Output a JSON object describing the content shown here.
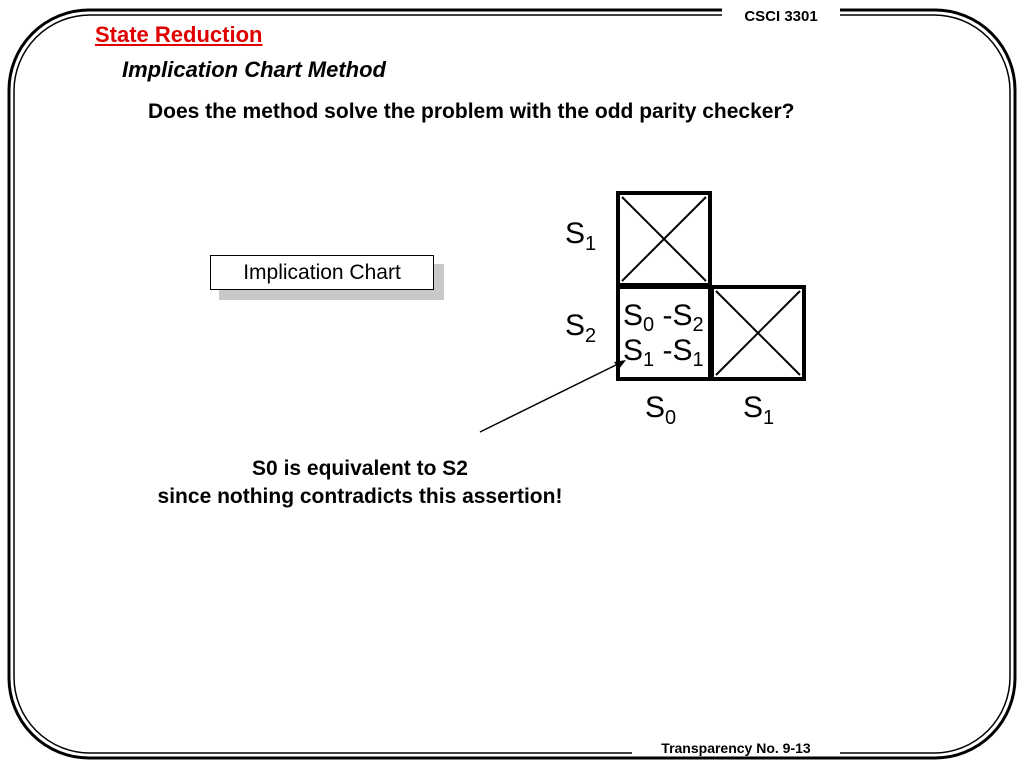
{
  "header": {
    "course": "CSCI 3301",
    "title": "State Reduction",
    "subtitle": "Implication Chart Method"
  },
  "main": {
    "question": "Does the method solve the problem with the odd parity checker?",
    "chart_label": "Implication Chart",
    "conclusion_line1": "S0 is equivalent to S2",
    "conclusion_line2": "since nothing contradicts this assertion!"
  },
  "chart": {
    "row_labels": [
      {
        "base": "S",
        "sub": "1"
      },
      {
        "base": "S",
        "sub": "2"
      }
    ],
    "col_labels": [
      {
        "base": "S",
        "sub": "0"
      },
      {
        "base": "S",
        "sub": "1"
      }
    ],
    "cells": {
      "s1_s0": "X",
      "s2_s1": "X",
      "s2_s0_line1": {
        "a": "S",
        "a_sub": "0",
        "b": "S",
        "b_sub": "2"
      },
      "s2_s0_line2": {
        "a": "S",
        "a_sub": "1",
        "b": "S",
        "b_sub": "1"
      }
    }
  },
  "footer": {
    "transparency": "Transparency No. 9-13"
  }
}
